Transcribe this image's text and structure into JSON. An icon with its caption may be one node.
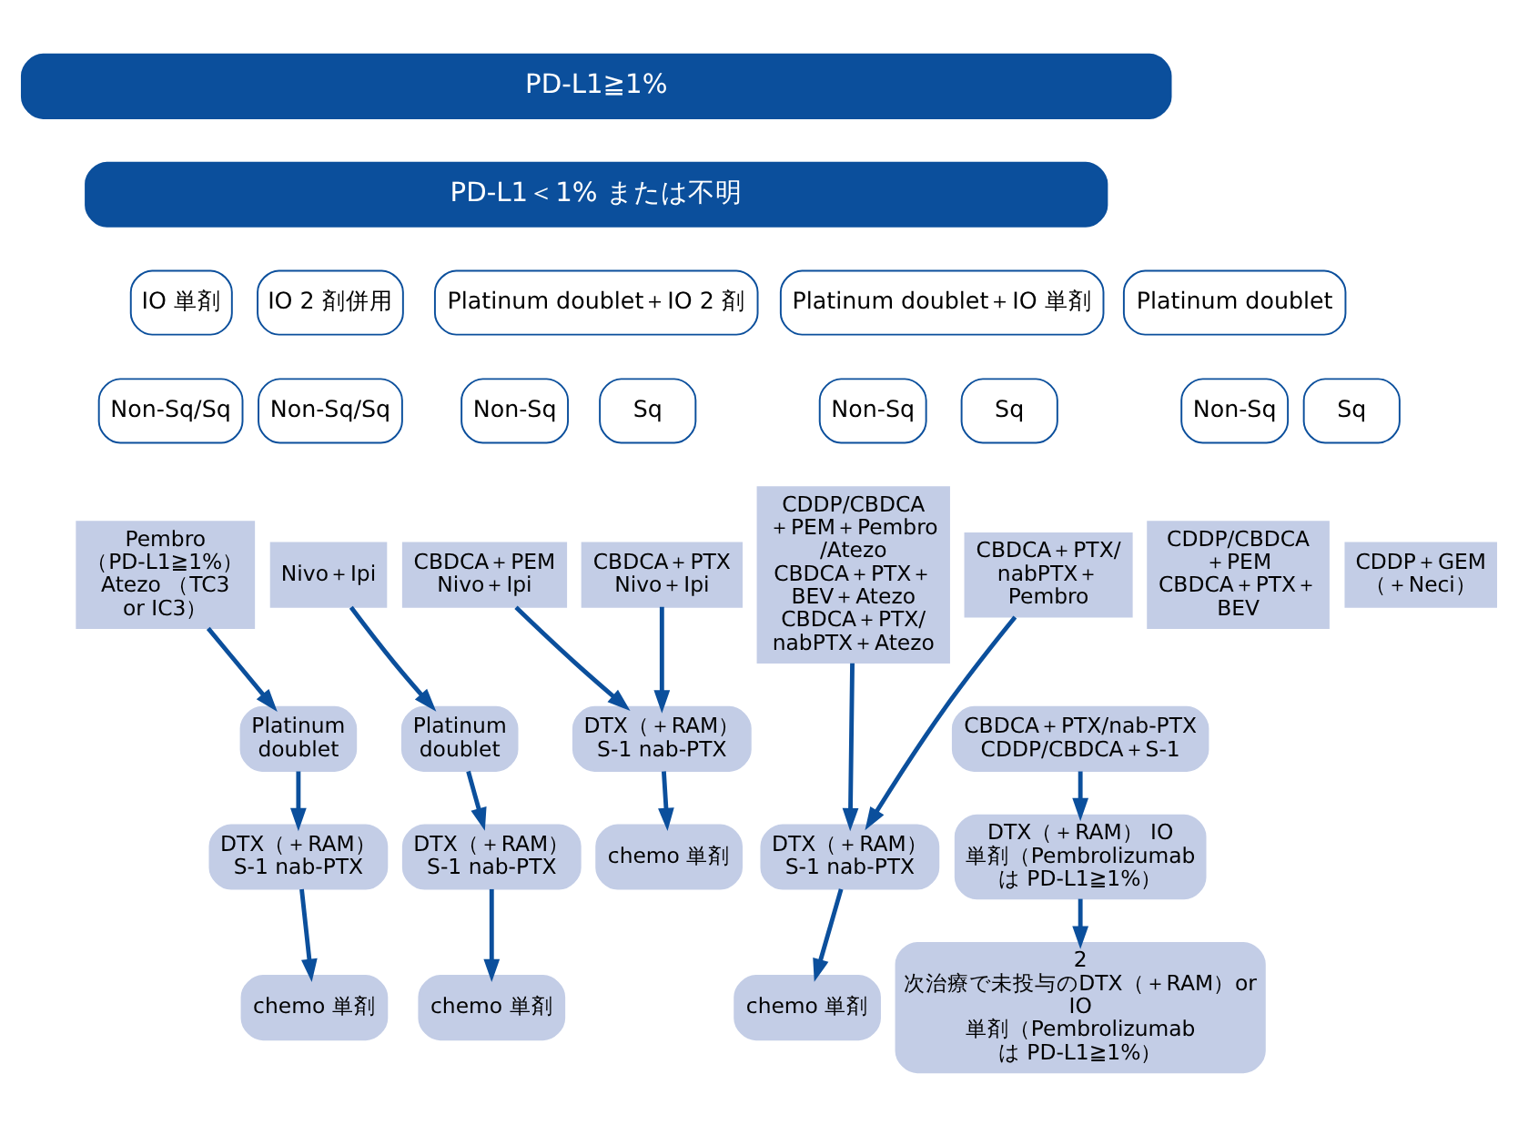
{
  "diagram": {
    "nodes": [
      {
        "text": [
          "PD-L1≧1%"
        ]
      },
      {
        "text": [
          "PD-L1＜1% または不明"
        ]
      },
      {
        "text": [
          "IO 単剤"
        ]
      },
      {
        "text": [
          "IO 2 剤併用"
        ]
      },
      {
        "text": [
          "Platinum doublet＋IO 2 剤"
        ]
      },
      {
        "text": [
          "Platinum doublet＋IO 単剤"
        ]
      },
      {
        "text": [
          "Platinum doublet"
        ]
      },
      {
        "text": [
          "Non-Sq/Sq"
        ]
      },
      {
        "text": [
          "Non-Sq/Sq"
        ]
      },
      {
        "text": [
          "Non-Sq"
        ]
      },
      {
        "text": [
          "Sq"
        ]
      },
      {
        "text": [
          "Non-Sq"
        ]
      },
      {
        "text": [
          "Sq"
        ]
      },
      {
        "text": [
          "Non-Sq"
        ]
      },
      {
        "text": [
          "Sq"
        ]
      },
      {
        "text": [
          "Pembro （PD-L1≧1%） Atezo （TC3 or IC3）"
        ]
      },
      {
        "text": [
          "Nivo＋Ipi"
        ]
      },
      {
        "text": [
          "CBDCA＋PEM Nivo＋Ipi"
        ]
      },
      {
        "text": [
          "CBDCA＋PTX Nivo＋Ipi"
        ]
      },
      {
        "text": [
          "CDDP/CBDCA ＋PEM＋Pembro /Atezo CBDCA＋PTX＋ BEV＋Atezo CBDCA＋PTX/ nabPTX＋Atezo"
        ]
      },
      {
        "text": [
          "CBDCA＋PTX/ nabPTX＋ Pembro"
        ]
      },
      {
        "text": [
          "CDDP/CBDCA ＋PEM CBDCA＋PTX＋ BEV"
        ]
      },
      {
        "text": [
          "CDDP＋GEM （＋Neci）"
        ]
      },
      {
        "text": [
          "CBDCA＋PTX/nab-PTX CDDP/CBDCA＋S-1"
        ]
      },
      {
        "text": [
          "Platinum doublet"
        ]
      },
      {
        "text": [
          "Platinum doublet"
        ]
      },
      {
        "text": [
          "DTX（＋RAM） S-1 nab-PTX"
        ]
      },
      {
        "text": [
          "DTX（＋RAM） S-1 nab-PTX"
        ]
      },
      {
        "text": [
          "DTX（＋RAM） S-1 nab-PTX"
        ]
      },
      {
        "text": [
          "chemo 単剤"
        ]
      },
      {
        "text": [
          "DTX（＋RAM） S-1 nab-PTX"
        ]
      },
      {
        "text": [
          "DTX（＋RAM） IO 単剤（Pembrolizumab は PD-L1≧1%）"
        ]
      },
      {
        "text": [
          "chemo 単剤"
        ]
      },
      {
        "text": [
          "chemo 単剤"
        ]
      },
      {
        "text": [
          "chemo 単剤"
        ]
      },
      {
        "text": [
          "2 次治療で未投与のDTX（＋RAM）or IO 単剤（Pembrolizumab は PD-L1≧1%）"
        ]
      }
    ],
    "edges": [
      {
        "from": 15,
        "to": 24,
        "arrow": "to"
      },
      {
        "from": 16,
        "to": 25,
        "arrow": "to"
      },
      {
        "from": 17,
        "to": 26,
        "arrow": "to"
      },
      {
        "from": 18,
        "to": 26,
        "arrow": "to"
      },
      {
        "from": 19,
        "to": 30,
        "arrow": "to"
      },
      {
        "from": 20,
        "to": 30,
        "arrow": "to"
      },
      {
        "from": 23,
        "to": 31,
        "arrow": "to"
      },
      {
        "from": 24,
        "to": 27,
        "arrow": "to"
      },
      {
        "from": 25,
        "to": 28,
        "arrow": "to"
      },
      {
        "from": 26,
        "to": 29,
        "arrow": "to"
      },
      {
        "from": 30,
        "to": 34,
        "arrow": "to"
      },
      {
        "from": 31,
        "to": 35,
        "arrow": "to"
      },
      {
        "from": 27,
        "to": 32,
        "arrow": "to"
      },
      {
        "from": 28,
        "to": 33,
        "arrow": "to"
      }
    ]
  }
}
